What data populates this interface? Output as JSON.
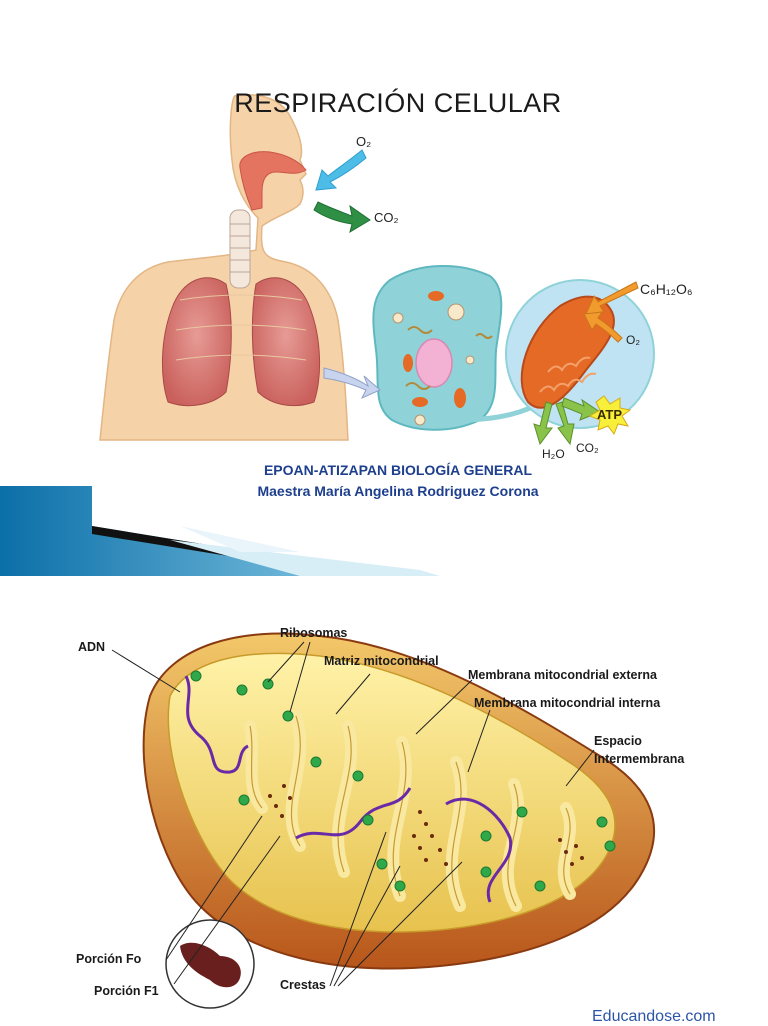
{
  "slide1": {
    "title": "RESPIRACIÓN CELULAR",
    "labels": {
      "o2_in": "O₂",
      "co2_out": "CO₂",
      "glucose": "C₆H₁₂O₆",
      "o2_mito": "O₂",
      "atp": "ATP",
      "h2o": "H₂O",
      "co2_mito": "CO₂"
    },
    "credit_line1": "EPOAN-ATIZAPAN   BIOLOGÍA GENERAL",
    "credit_line2": "Maestra María Angelina Rodriguez Corona"
  },
  "slide2": {
    "labels": {
      "adn": "ADN",
      "ribosomas": "Ribosomas",
      "matriz": "Matriz mitocondrial",
      "membrana_externa": "Membrana mitocondrial externa",
      "membrana_interna": "Membrana mitocondrial interna",
      "espacio": "Espacio",
      "intermembrana": "Intermembrana",
      "porcion_fo": "Porción Fo",
      "porcion_f1": "Porción F1",
      "crestas": "Crestas"
    },
    "footer": "Educandose.com"
  },
  "colors": {
    "accent_blue": "#1d3f8e",
    "cell_cyan": "#8fd3d8",
    "mito_orange": "#e56a25",
    "skin": "#f6d2a8"
  }
}
